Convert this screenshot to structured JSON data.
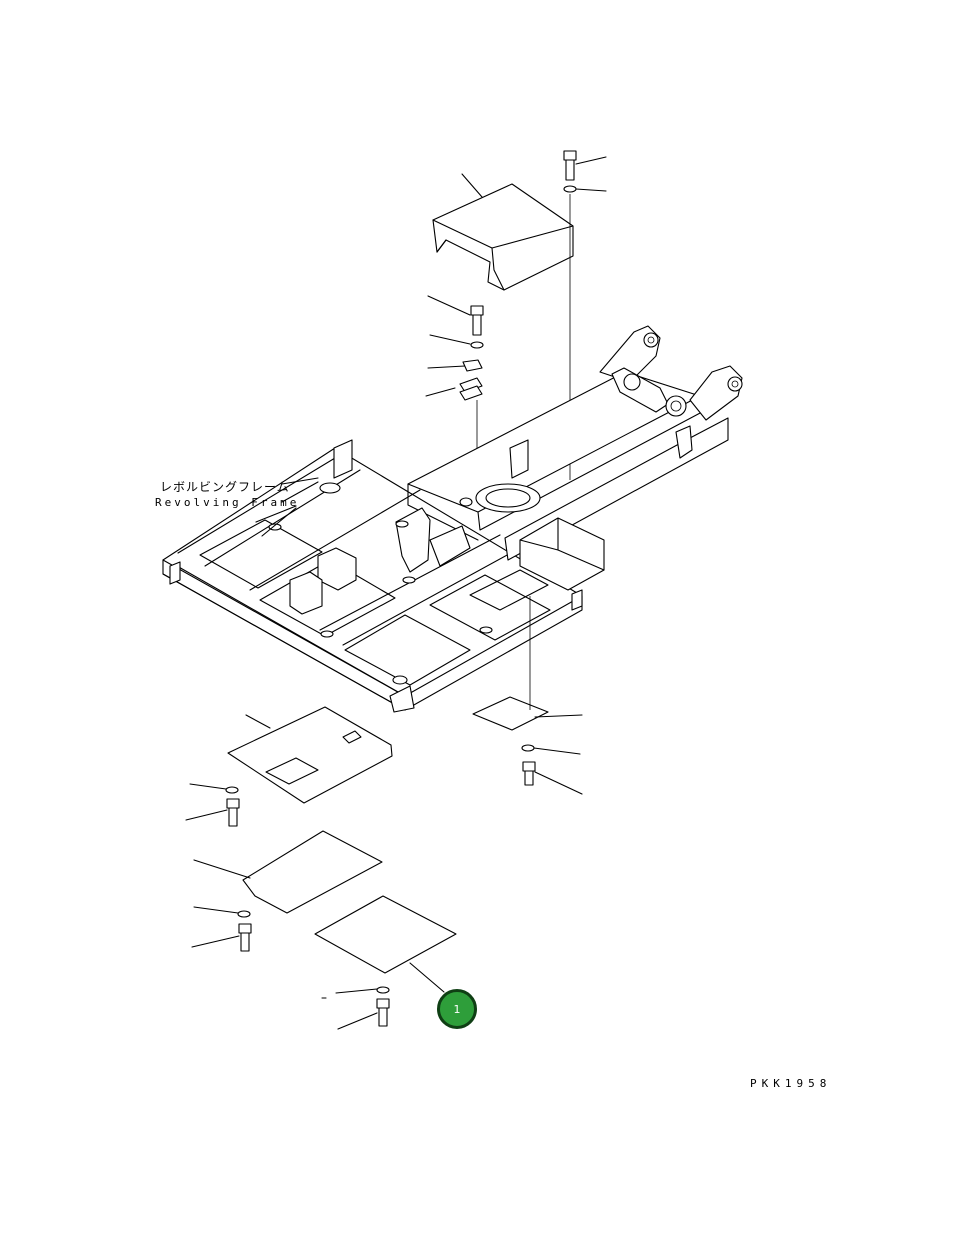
{
  "assembly": {
    "name_jp": "レボルビングフレーム",
    "name_en": "Revolving Frame"
  },
  "drawing_code": "PKK1958",
  "callouts": [
    {
      "label": "1",
      "color": "#2e9e3a"
    }
  ]
}
